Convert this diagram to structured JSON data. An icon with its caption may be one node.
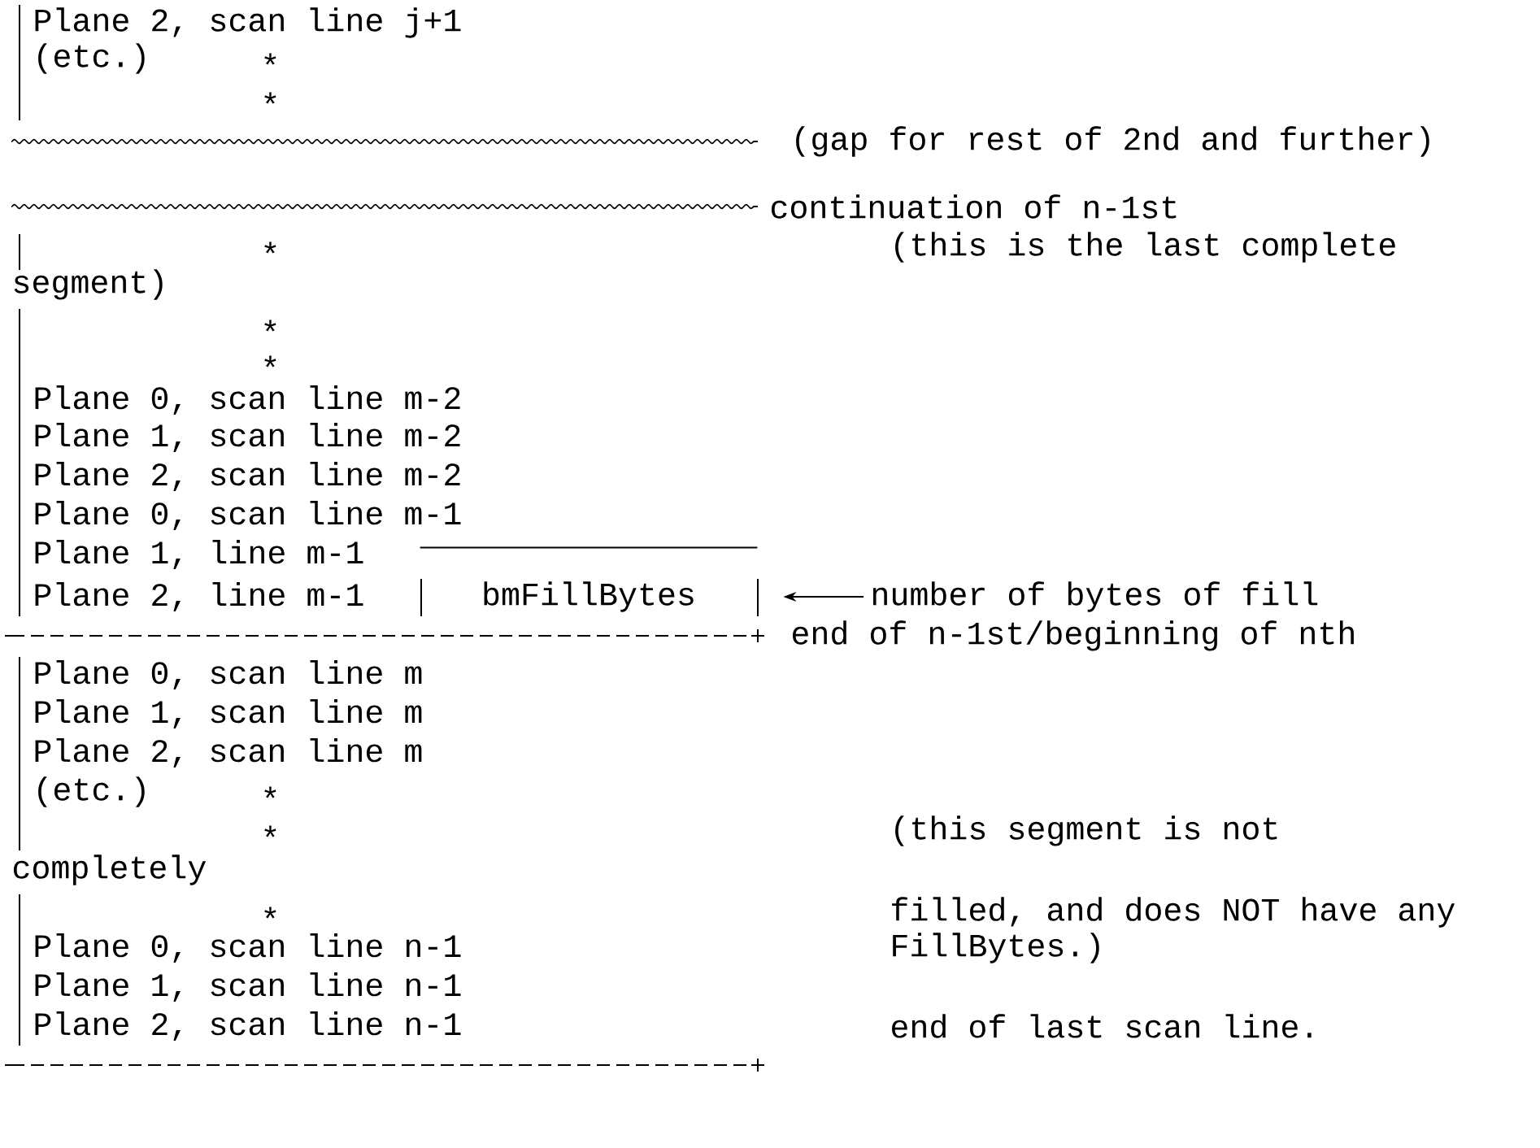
{
  "diagram": {
    "nodes": [
      {
        "text": [
          "bmFillBytes"
        ]
      },
      {
        "text": [
          "number of bytes of fill"
        ]
      }
    ],
    "edges": [
      {
        "from": 1,
        "to": 0,
        "arrow": "to"
      }
    ],
    "labels": [
      "Plane 2, scan line j+1",
      "(etc.)",
      "*",
      "*",
      "(gap for rest of 2nd and further)",
      "continuation of n-1st",
      "*",
      "(this is the last complete",
      "segment)",
      "*",
      "*",
      "Plane 0, scan line m-2",
      "Plane 1, scan line m-2",
      "Plane 2, scan line m-2",
      "Plane 0, scan line m-1",
      "Plane 1, line m-1",
      "Plane 2, line m-1",
      "end of n-1st/beginning of nth",
      "Plane 0, scan line m",
      "Plane 1, scan line m",
      "Plane 2, scan line m",
      "(etc.)",
      "*",
      "*",
      "(this segment is not",
      "completely",
      "*",
      "filled, and does NOT have any",
      "Plane 0, scan line n-1",
      "FillBytes.)",
      "Plane 1, scan line n-1",
      "Plane 2, scan line n-1",
      "end of last scan line."
    ]
  }
}
